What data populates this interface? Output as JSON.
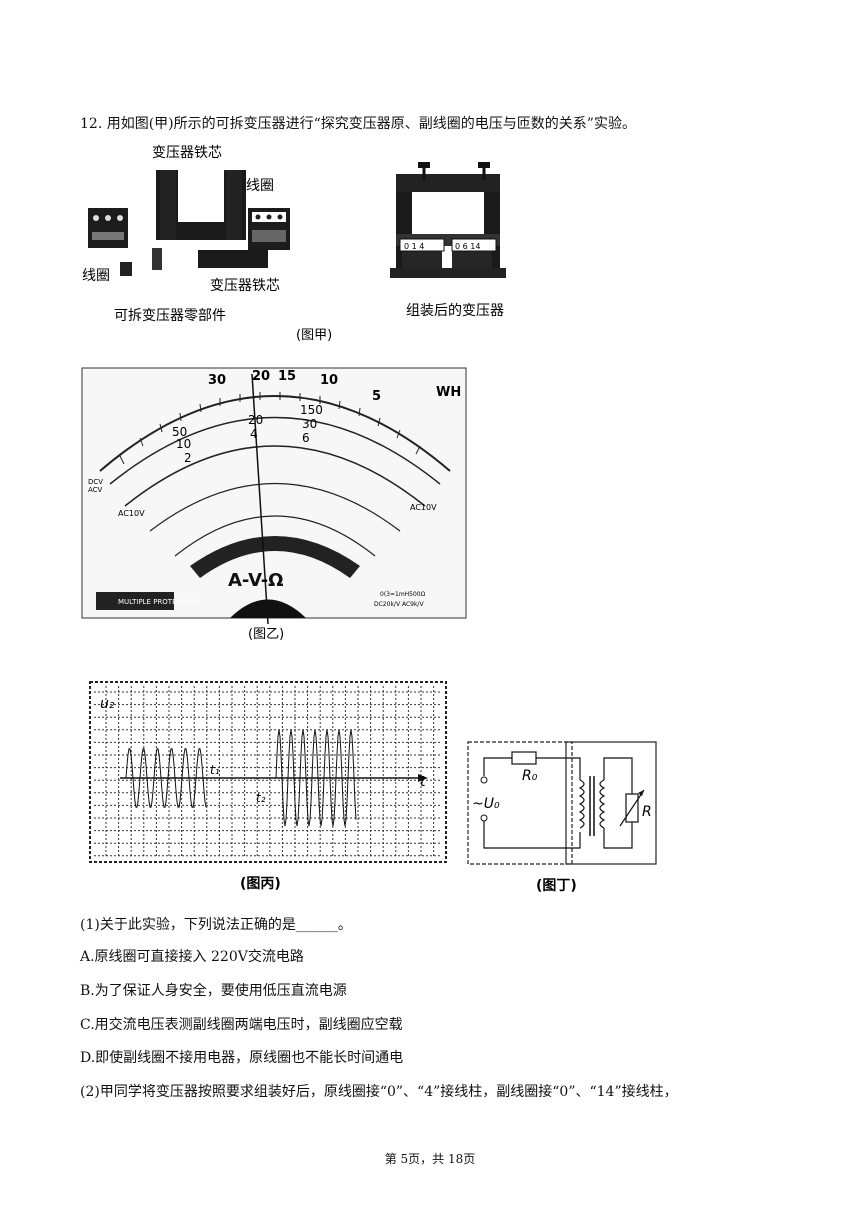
{
  "question": {
    "title": "12. 用如图(甲)所示的可拆变压器进行“探究变压器原、副线圈的电压与匝数的关系”实验。"
  },
  "fig_jia": {
    "label_core_top": "变压器铁芯",
    "label_coil_right": "线圈",
    "label_coil_left": "线圈",
    "label_core_bottom": "变压器铁芯",
    "label_parts": "可拆变压器零部件",
    "label_assembled": "组装后的变压器",
    "caption": "(图甲)",
    "terminal_left": "0 1 4",
    "terminal_right": "0 6 14"
  },
  "fig_yi": {
    "caption": "(图乙)",
    "scale_top": [
      "30",
      "20",
      "15",
      "10",
      "5"
    ],
    "scale_mid1": [
      "150",
      "30",
      "6"
    ],
    "scale_mid2": [
      "50",
      "20",
      "10",
      "4",
      "2"
    ],
    "label_wh": "WH",
    "label_avo": "A-V-Ω",
    "label_dcv": "DCV",
    "label_acv": "ACV",
    "label_ac10v_left": "AC10V",
    "label_ac10v_right": "AC10V",
    "label_protection": "MULTIPLE PROTECTION",
    "label_spec1": "0(3=1mH500Ω",
    "label_spec2": "DC20k/V  AC9k/V"
  },
  "fig_bing": {
    "caption": "(图丙)",
    "label_t1": "t₁",
    "label_t2": "t₂",
    "label_t": "t",
    "label_u2": "u₂"
  },
  "fig_ding": {
    "caption": "(图丁)",
    "label_r0": "R₀",
    "label_u0": "~U₀",
    "label_r": "R"
  },
  "part1": {
    "question": "(1)关于此实验，下列说法正确的是______。",
    "option_a": "A.原线圈可直接接入 220V交流电路",
    "option_b": "B.为了保证人身安全，要使用低压直流电源",
    "option_c": "C.用交流电压表测副线圈两端电压时，副线圈应空载",
    "option_d": "D.即使副线圈不接用电器，原线圈也不能长时间通电"
  },
  "part2": {
    "text": "(2)甲同学将变压器按照要求组装好后，原线圈接“0”、“4”接线柱，副线圈接“0”、“14”接线柱，"
  },
  "footer": {
    "page": "第 5页，共 18页"
  }
}
